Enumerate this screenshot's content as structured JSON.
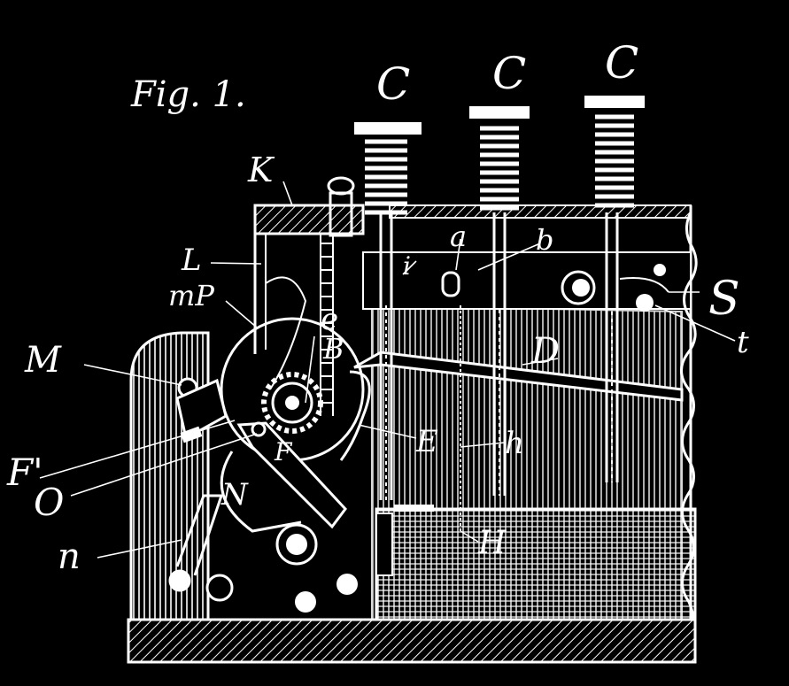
{
  "figure": {
    "title": "Fig. 1.",
    "ink_color": "#ffffff",
    "background_color": "#000000"
  },
  "labels": {
    "C1": "C",
    "C2": "C",
    "C3": "C",
    "K": "K",
    "a": "a",
    "b": "b",
    "L": "L",
    "i": "i",
    "mp": "mP",
    "e": "e",
    "S": "S",
    "t": "t",
    "M": "M",
    "B": "B",
    "D": "D",
    "E": "E",
    "h": "h",
    "F_small": "F",
    "F_prime": "F'",
    "O": "O",
    "N": "N",
    "n": "n",
    "H": "H"
  }
}
